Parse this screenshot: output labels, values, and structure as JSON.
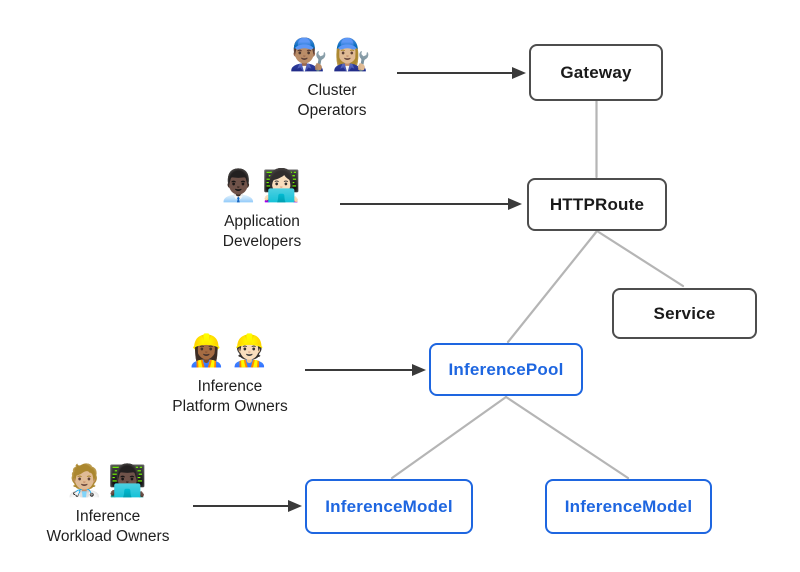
{
  "diagram": {
    "personas": [
      {
        "id": "cluster-operators",
        "emoji": "👨🏽‍🔧👩🏼‍🔧",
        "label": "Cluster\nOperators"
      },
      {
        "id": "application-developers",
        "emoji": "👨🏿‍💼👩🏻‍💻",
        "label": "Application\nDevelopers"
      },
      {
        "id": "inference-platform-owners",
        "emoji": "👷🏾‍♀️👷🏻",
        "label": "Inference\nPlatform Owners"
      },
      {
        "id": "inference-workload-owners",
        "emoji": "🧑🏼‍⚕️👨🏿‍💻",
        "label": "Inference\nWorkload Owners"
      }
    ],
    "nodes": [
      {
        "id": "gateway",
        "label": "Gateway",
        "style": "dark"
      },
      {
        "id": "httproute",
        "label": "HTTPRoute",
        "style": "dark"
      },
      {
        "id": "service",
        "label": "Service",
        "style": "dark"
      },
      {
        "id": "inferencepool",
        "label": "InferencePool",
        "style": "blue"
      },
      {
        "id": "inferencemodel-left",
        "label": "InferenceModel",
        "style": "blue"
      },
      {
        "id": "inferencemodel-right",
        "label": "InferenceModel",
        "style": "blue"
      }
    ],
    "edges": [
      {
        "from": "Gateway",
        "to": "HTTPRoute",
        "type": "line"
      },
      {
        "from": "HTTPRoute",
        "to": "Service",
        "type": "line"
      },
      {
        "from": "HTTPRoute",
        "to": "InferencePool",
        "type": "line"
      },
      {
        "from": "InferencePool",
        "to": "InferenceModel (left)",
        "type": "line"
      },
      {
        "from": "InferencePool",
        "to": "InferenceModel (right)",
        "type": "line"
      },
      {
        "from": "Cluster Operators",
        "to": "Gateway",
        "type": "arrow"
      },
      {
        "from": "Application Developers",
        "to": "HTTPRoute",
        "type": "arrow"
      },
      {
        "from": "Inference Platform Owners",
        "to": "InferencePool",
        "type": "arrow"
      },
      {
        "from": "Inference Workload Owners",
        "to": "InferenceModel (left)",
        "type": "arrow"
      }
    ],
    "colors": {
      "accent_blue": "#1e66e0",
      "node_border_dark": "#4d4d4d",
      "connector_gray": "#b5b5b5",
      "arrow_dark": "#3a3a3a",
      "text": "#1a1a1a",
      "background": "#ffffff"
    }
  }
}
